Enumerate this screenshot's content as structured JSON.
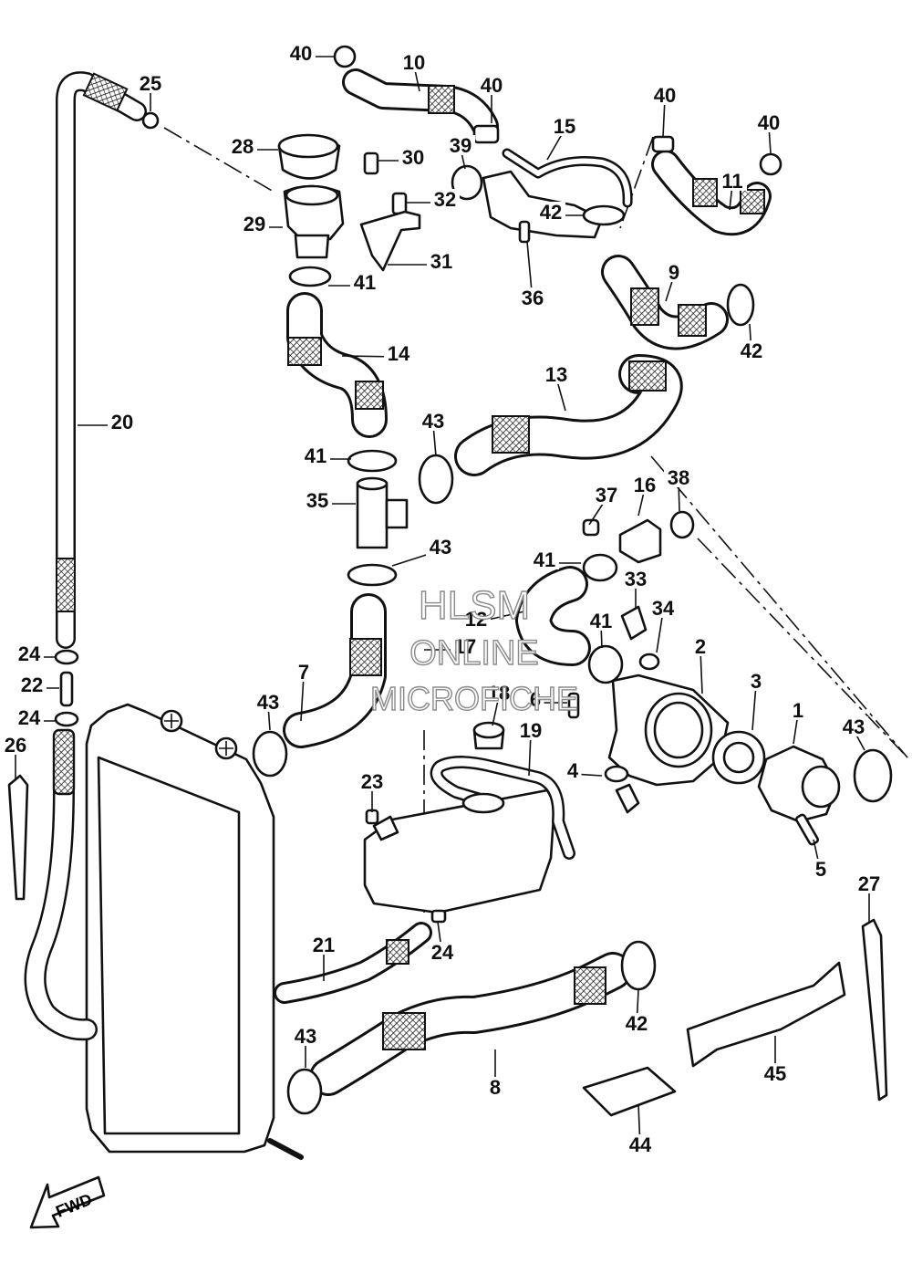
{
  "callouts": [
    "1",
    "2",
    "3",
    "4",
    "5",
    "6",
    "7",
    "8",
    "9",
    "10",
    "11",
    "12",
    "13",
    "14",
    "15",
    "16",
    "17",
    "18",
    "19",
    "20",
    "21",
    "22",
    "23",
    "24",
    "24",
    "24",
    "25",
    "26",
    "27",
    "28",
    "29",
    "30",
    "31",
    "32",
    "33",
    "34",
    "35",
    "36",
    "37",
    "38",
    "39",
    "40",
    "40",
    "40",
    "40",
    "41",
    "41",
    "41",
    "41",
    "42",
    "42",
    "42",
    "43",
    "43",
    "43",
    "43",
    "43",
    "44",
    "45"
  ],
  "watermark": {
    "line1": "HLSM",
    "line2": "ONLINE",
    "line3": "MICROFICHE"
  },
  "direction_label": "FWD"
}
